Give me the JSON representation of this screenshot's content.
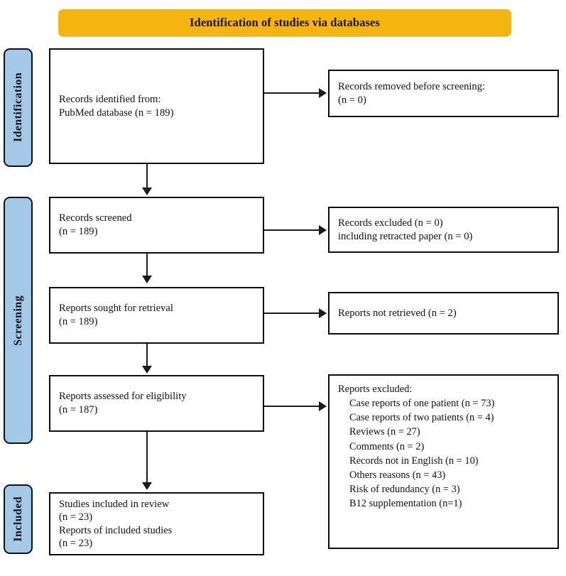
{
  "banner": {
    "title": "Identification of studies via databases"
  },
  "phases": [
    {
      "id": "identification",
      "label": "Identification"
    },
    {
      "id": "screening",
      "label": "Screening"
    },
    {
      "id": "included",
      "label": "Included"
    }
  ],
  "boxes": {
    "identified": {
      "name": "records-identified",
      "lines": [
        "Records identified from:",
        "PubMed database (n = 189)"
      ]
    },
    "removed": {
      "name": "records-removed-before-screening",
      "lines": [
        "Records removed before screening:",
        "(n = 0)"
      ]
    },
    "screened": {
      "name": "records-screened",
      "lines": [
        "Records screened",
        "(n = 189)"
      ]
    },
    "excluded_screening": {
      "name": "records-excluded",
      "lines": [
        "Records excluded (n = 0)",
        "including retracted paper (n = 0)"
      ]
    },
    "sought": {
      "name": "reports-sought-for-retrieval",
      "lines": [
        "Reports sought for retrieval",
        "(n = 189)"
      ]
    },
    "not_retrieved": {
      "name": "reports-not-retrieved",
      "lines": [
        "Reports not retrieved (n = 2)"
      ]
    },
    "assessed": {
      "name": "reports-assessed-for-eligibility",
      "lines": [
        "Reports assessed for eligibility",
        "(n = 187)"
      ]
    },
    "reports_excluded": {
      "name": "reports-excluded",
      "heading": "Reports excluded:",
      "reasons": [
        "Case reports of one patient (n = 73)",
        "Case reports of two patients (n = 4)",
        "Reviews (n = 27)",
        "Comments (n = 2)",
        "Records not in English (n = 10)",
        "Others reasons (n = 43)",
        "Risk of redundancy (n = 3)",
        "B12 supplementation (n=1)"
      ]
    },
    "included": {
      "name": "studies-included-in-review",
      "lines": [
        "Studies included in review",
        "(n = 23)",
        "Reports of included studies",
        "(n = 23)"
      ]
    }
  },
  "colors": {
    "banner_fill": "#F6B40E",
    "phase_fill": "#A4C8E8",
    "box_border": "#0D0D0D",
    "connector": "#1A1A1A",
    "text": "#111111"
  },
  "counts": {
    "identified_pubmed": 189,
    "removed_before_screening": 0,
    "screened": 189,
    "excluded_screening": 0,
    "retracted_paper": 0,
    "sought_for_retrieval": 189,
    "not_retrieved": 2,
    "assessed_for_eligibility": 187,
    "case_reports_one_patient": 73,
    "case_reports_two_patients": 4,
    "reviews": 27,
    "comments": 2,
    "not_in_english": 10,
    "other_reasons": 43,
    "risk_of_redundancy": 3,
    "b12_supplementation": 1,
    "studies_included": 23,
    "reports_of_included_studies": 23
  }
}
